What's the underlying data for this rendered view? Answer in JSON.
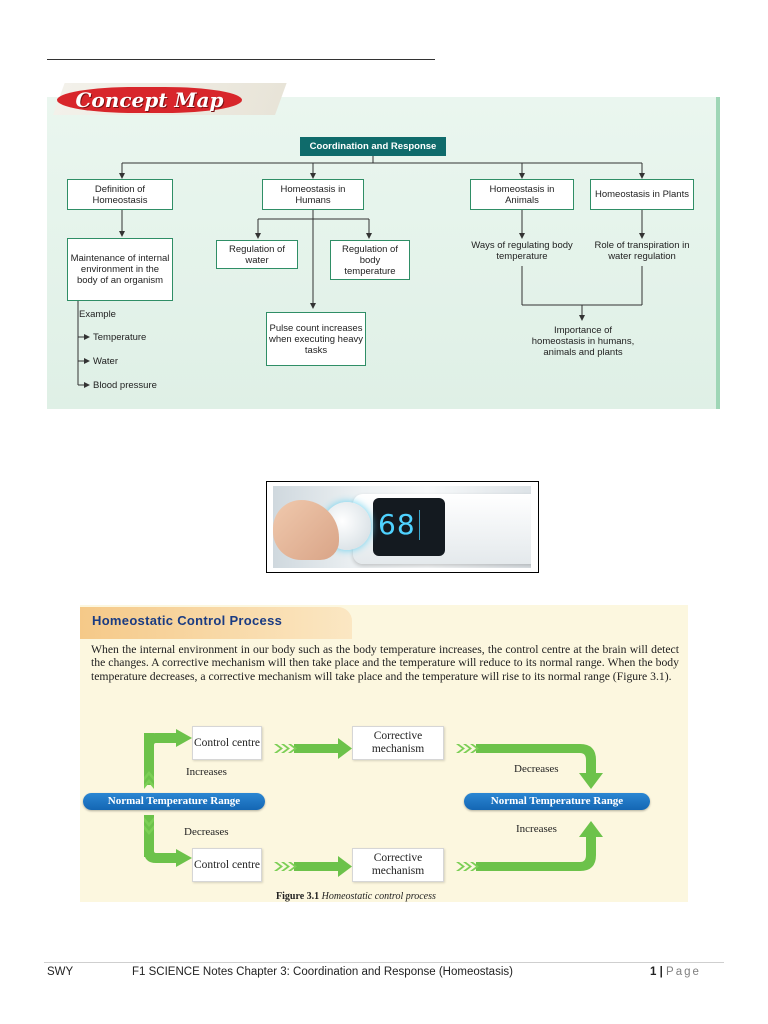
{
  "concept_map": {
    "title": "Concept Map",
    "root": "Coordination and Response",
    "definition_box": "Definition of Homeostasis",
    "definition_detail": "Maintenance of internal environment in the body of an organism",
    "example_label": "Example",
    "examples": [
      "Temperature",
      "Water",
      "Blood pressure"
    ],
    "humans_box": "Homeostasis in Humans",
    "humans_water": "Regulation of water",
    "humans_temp": "Regulation of body temperature",
    "humans_pulse": "Pulse count increases when executing heavy tasks",
    "animals_box": "Homeostasis in Animals",
    "animals_detail": "Ways of regulating body temperature",
    "plants_box": "Homeostasis in Plants",
    "plants_detail": "Role of transpiration in water regulation",
    "importance": "Importance of homeostasis in humans, animals and plants"
  },
  "thermostat": {
    "display_value": "68"
  },
  "control_process": {
    "title": "Homeostatic Control Process",
    "paragraph": "When the internal environment in our body such as the body temperature increases, the control centre at the brain will detect the changes. A corrective mechanism will then take place and the temperature will reduce to its normal range. When the body temperature decreases, a corrective mechanism will take place and the temperature will rise to its normal range (Figure 3.1).",
    "top_control": "Control centre",
    "top_corrective": "Corrective mechanism",
    "bottom_control": "Control centre",
    "bottom_corrective": "Corrective mechanism",
    "range_left": "Normal Temperature Range",
    "range_right": "Normal Temperature Range",
    "label_increases_left": "Increases",
    "label_decreases_left": "Decreases",
    "label_decreases_right": "Decreases",
    "label_increases_right": "Increases",
    "figure_number": "Figure 3.1",
    "figure_caption": "Homeostatic control process"
  },
  "footer": {
    "author": "SWY",
    "doc_title": "F1 SCIENCE Notes Chapter 3: Coordination and Response (Homeostasis)",
    "page_number": "1",
    "separator": "|",
    "page_word": "Page"
  },
  "colors": {
    "concept_green": "#2f8e66",
    "root_teal": "#0f6b6b",
    "arrow_green": "#6cc24a",
    "range_blue": "#1466b3",
    "title_red": "#d8262b"
  }
}
